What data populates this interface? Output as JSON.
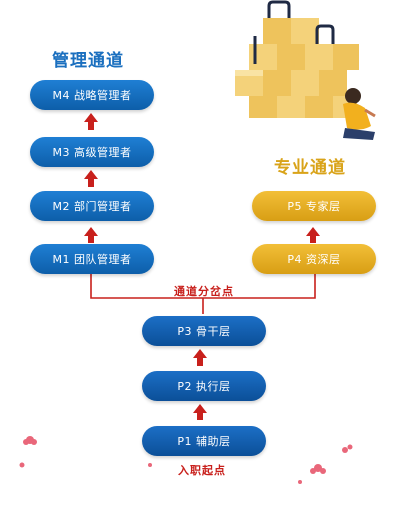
{
  "titles": {
    "management": "管理通道",
    "professional": "专业通道"
  },
  "management_track": [
    {
      "label": "M4 战略管理者"
    },
    {
      "label": "M3 高级管理者"
    },
    {
      "label": "M2 部门管理者"
    },
    {
      "label": "M1 团队管理者"
    }
  ],
  "professional_track": [
    {
      "label": "P5 专家层"
    },
    {
      "label": "P4 资深层"
    }
  ],
  "base_track": [
    {
      "label": "P3 骨干层"
    },
    {
      "label": "P2 执行层"
    },
    {
      "label": "P1 辅助层"
    }
  ],
  "annotations": {
    "branch_point": "通道分岔点",
    "entry_point": "入职起点"
  },
  "colors": {
    "management_blue": "#1a6fbf",
    "professional_gold": "#d9a319",
    "arrow_red": "#c8201c"
  }
}
